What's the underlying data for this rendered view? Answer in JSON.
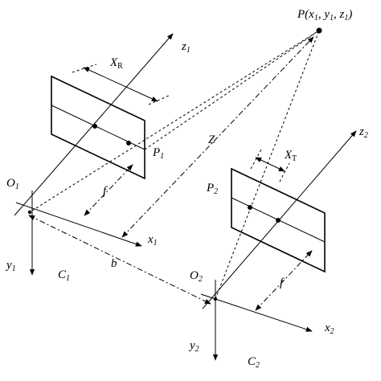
{
  "labels": {
    "point_P": {
      "base": "P(",
      "x": "x",
      "x_sub": "1",
      "sep1": ", ",
      "y": "y",
      "y_sub": "1",
      "sep2": ", ",
      "z": "z",
      "z_sub": "1",
      "close": ")"
    },
    "z1": {
      "base": "z",
      "sub": "1"
    },
    "z2": {
      "base": "z",
      "sub": "2"
    },
    "XR": {
      "base": "X",
      "sub": "R"
    },
    "XT": {
      "base": "X",
      "sub": "T"
    },
    "P1": {
      "base": "P",
      "sub": "1"
    },
    "P2": {
      "base": "P",
      "sub": "2"
    },
    "Z": "Z",
    "O1": {
      "base": "O",
      "sub": "1"
    },
    "O2": {
      "base": "O",
      "sub": "2"
    },
    "f_left": "f",
    "f_right": "f",
    "x1": {
      "base": "x",
      "sub": "1"
    },
    "x2": {
      "base": "x",
      "sub": "2"
    },
    "y1": {
      "base": "y",
      "sub": "1"
    },
    "y2": {
      "base": "y",
      "sub": "2"
    },
    "b": "b",
    "C1": {
      "base": "C",
      "sub": "1"
    },
    "C2": {
      "base": "C",
      "sub": "2"
    }
  }
}
